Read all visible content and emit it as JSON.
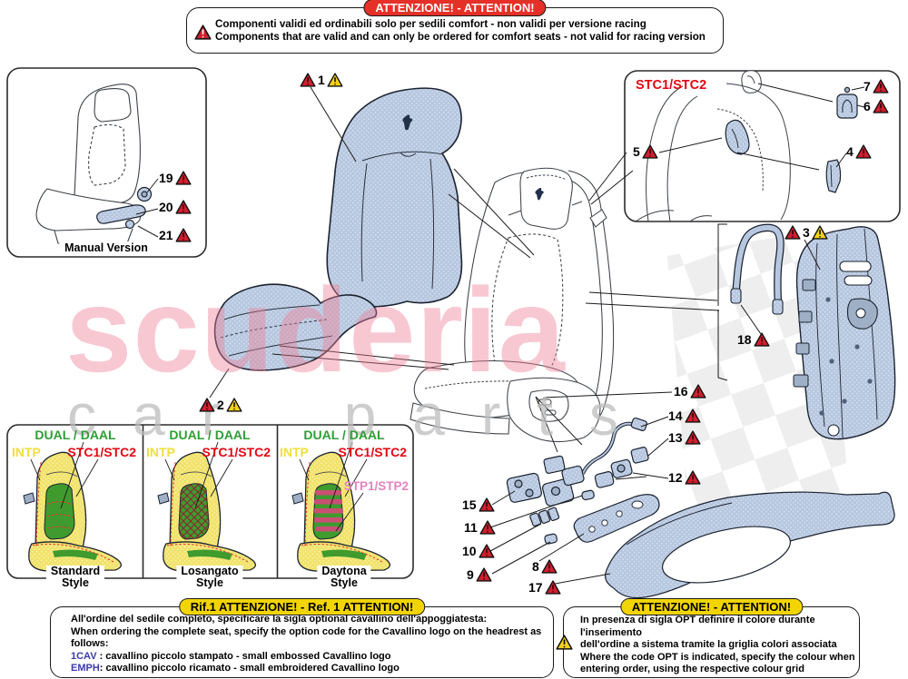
{
  "colors": {
    "part_blue": "#b7c7df",
    "part_blue_dot": "#d9e3f2",
    "outline_dark": "#1b2330",
    "warning_red": "#cf1f2e",
    "warning_yellow": "#f5d216",
    "banner_red": "#e53028",
    "banner_yellow": "#f2d500",
    "insert_green": "#3f9b2e",
    "stitch_red": "#e2372e",
    "label_green": "#2f9e35",
    "label_yellow": "#efdf3a",
    "label_red": "#e30613",
    "label_pink": "#e184bf",
    "code_blue": "#3b3ba6",
    "watermark_pink": "#ef7e95",
    "watermark_gray": "#bdbdbd"
  },
  "watermark": {
    "word1": "scuderia",
    "word2": "car parts"
  },
  "top_banner": {
    "title": "ATTENZIONE! - ATTENTION!",
    "line_it": "Componenti validi ed ordinabili solo per sedili comfort - non validi per versione racing",
    "line_en": "Components that are valid and can only be ordered for comfort seats - not valid for racing version"
  },
  "manual_box": {
    "caption": "Manual Version"
  },
  "stc_box": {
    "label": "STC1/STC2"
  },
  "style_labels": {
    "dual": "DUAL / DAAL",
    "intp": "INTP",
    "stc": "STC1/STC2",
    "stp": "STP1/STP2"
  },
  "style_panels": {
    "p1": {
      "name1": "Standard",
      "name2": "Style"
    },
    "p2": {
      "name1": "Losangato",
      "name2": "Style"
    },
    "p3": {
      "name1": "Daytona",
      "name2": "Style"
    }
  },
  "callouts": {
    "c1": "1",
    "c2": "2",
    "c3": "3",
    "c4": "4",
    "c5": "5",
    "c6": "6",
    "c7": "7",
    "c8": "8",
    "c9": "9",
    "c10": "10",
    "c11": "11",
    "c12": "12",
    "c13": "13",
    "c14": "14",
    "c15": "15",
    "c16": "16",
    "c17": "17",
    "c18": "18",
    "c19": "19",
    "c20": "20",
    "c21": "21"
  },
  "ref_banner": {
    "title": "Rif.1 ATTENZIONE! - Ref. 1 ATTENTION!",
    "line1": "All'ordine del sedile completo, specificare la sigla optional cavallino dell'appoggiatesta:",
    "line2": "When ordering the complete seat, specify the option code for the Cavallino logo on the headrest as follows:",
    "code1": "1CAV",
    "desc1": " : cavallino piccolo stampato - small embossed Cavallino logo",
    "code2": "EMPH",
    "desc2": ": cavallino piccolo ricamato - small embroidered Cavallino logo"
  },
  "opt_banner": {
    "title": "ATTENZIONE! - ATTENTION!",
    "line1": "In presenza di sigla OPT definire il colore durante l'inserimento",
    "line2": "dell'ordine a sistema tramite la griglia colori associata",
    "line3": "Where the code OPT is indicated, specify the colour when",
    "line4": "entering order, using the respective colour grid"
  }
}
